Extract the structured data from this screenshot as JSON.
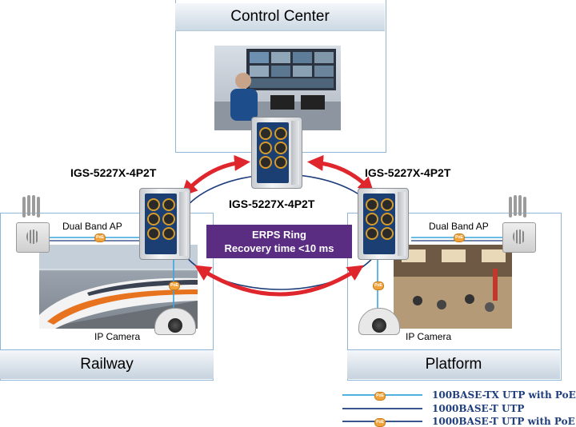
{
  "control_center": {
    "title": "Control Center"
  },
  "railway": {
    "title": "Railway"
  },
  "platform": {
    "title": "Platform"
  },
  "switches": {
    "center_label": "IGS-5227X-4P2T",
    "left_label": "IGS-5227X-4P2T",
    "right_label": "IGS-5227X-4P2T"
  },
  "ap": {
    "left_label": "Dual Band AP",
    "right_label": "Dual Band AP"
  },
  "cameras": {
    "left_label": "IP Camera",
    "right_label": "IP Camera"
  },
  "erps": {
    "line1": "ERPS Ring",
    "line2": "Recovery time <10 ms"
  },
  "poe_badge": "PoE",
  "legend": [
    {
      "label": "100BASE-TX UTP with PoE",
      "color": "#39a5df",
      "poe": true
    },
    {
      "label": "1000BASE-T UTP",
      "color": "#1f3e7c",
      "poe": false
    },
    {
      "label": "1000BASE-T UTP with PoE",
      "color": "#1f3e7c",
      "poe": true
    }
  ],
  "colors": {
    "ring": "#1f3e7c",
    "arrow": "#e0262d",
    "erps_box": "#5a2d83",
    "poe_line": "#39a5df"
  }
}
